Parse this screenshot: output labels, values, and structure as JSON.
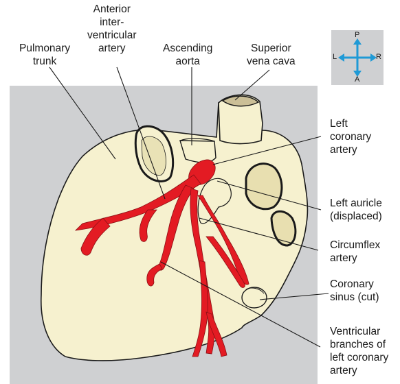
{
  "labels": {
    "pulmonary_trunk": [
      "Pulmonary",
      "trunk"
    ],
    "anterior_interventricular": [
      "Anterior",
      "inter-",
      "ventricular",
      "artery"
    ],
    "ascending_aorta": [
      "Ascending",
      "aorta"
    ],
    "superior_vena_cava": [
      "Superior",
      "vena cava"
    ],
    "left_coronary_artery": [
      "Left",
      "coronary",
      "artery"
    ],
    "left_auricle": [
      "Left auricle",
      "(displaced)"
    ],
    "circumflex_artery": [
      "Circumflex",
      "artery"
    ],
    "coronary_sinus": [
      "Coronary",
      "sinus (cut)"
    ],
    "ventricular_branches": [
      "Ventricular",
      "branches of",
      "left coronary",
      "artery"
    ]
  },
  "orientation": {
    "top": "P",
    "bottom": "A",
    "left": "L",
    "right": "R"
  },
  "colors": {
    "heart_fill": "#f6f1cf",
    "artery_red": "#e31b23",
    "panel_grey": "#cfd0d2",
    "arrow_blue": "#1f9ad6",
    "outline": "#1a1a1a"
  }
}
